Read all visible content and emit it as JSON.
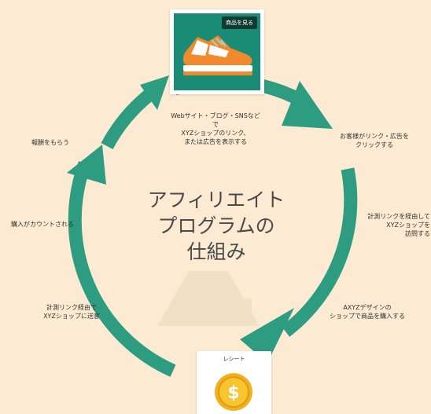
{
  "center_title": "アフィリエイト\nプログラムの\n仕組み",
  "product_card": {
    "button_label": "商品を見る"
  },
  "receipt_card": {
    "label": "レシート",
    "coin_symbol": "$"
  },
  "steps": {
    "show_link": "Webサイト・ブログ・SNSなどで\nXYZショップのリンク、\nまたは広告を表示する",
    "customer_click": "お客様がリンク・広告を\nクリックする",
    "visit_shop": "計測リンクを経由して\nXYZショップを\n訪問する",
    "purchase": "AXYZデザインの\nショップで商品を購入する",
    "send_to_shop": "計測リンク経由で\nXYZショップに送客",
    "count_purchase": "購入がカウントされる",
    "get_reward": "報酬をもらう"
  },
  "colors": {
    "background": "#FCEBD2",
    "arrow": "#2E9C80",
    "card_green": "#1A8C76",
    "coin": "#F2B01E"
  },
  "icons": [
    "sneaker-icon",
    "coin-icon"
  ]
}
